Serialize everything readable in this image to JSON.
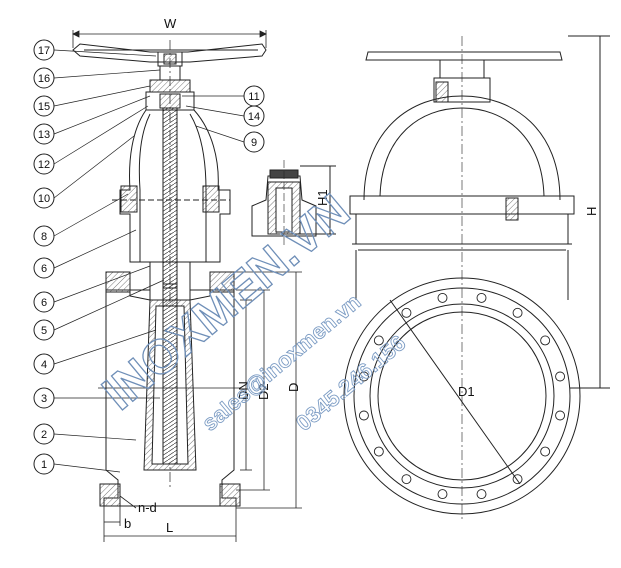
{
  "balloons": [
    "17",
    "16",
    "15",
    "13",
    "12",
    "10",
    "8",
    "6",
    "6",
    "5",
    "4",
    "3",
    "2",
    "1",
    "11",
    "14",
    "9"
  ],
  "dimensions": {
    "W": "W",
    "H1": "H1",
    "H": "H",
    "DN": "DN",
    "D2": "D2",
    "D": "D",
    "D1": "D1",
    "L": "L",
    "b": "b",
    "nd": "n-d"
  },
  "watermark": {
    "main": "INOXMEN.VN",
    "email": "sales@inoxmen.vn",
    "phone": "0345.246.156"
  },
  "colors": {
    "line": "#222222",
    "hatch": "#555555",
    "watermark": "#6f8fb8"
  }
}
